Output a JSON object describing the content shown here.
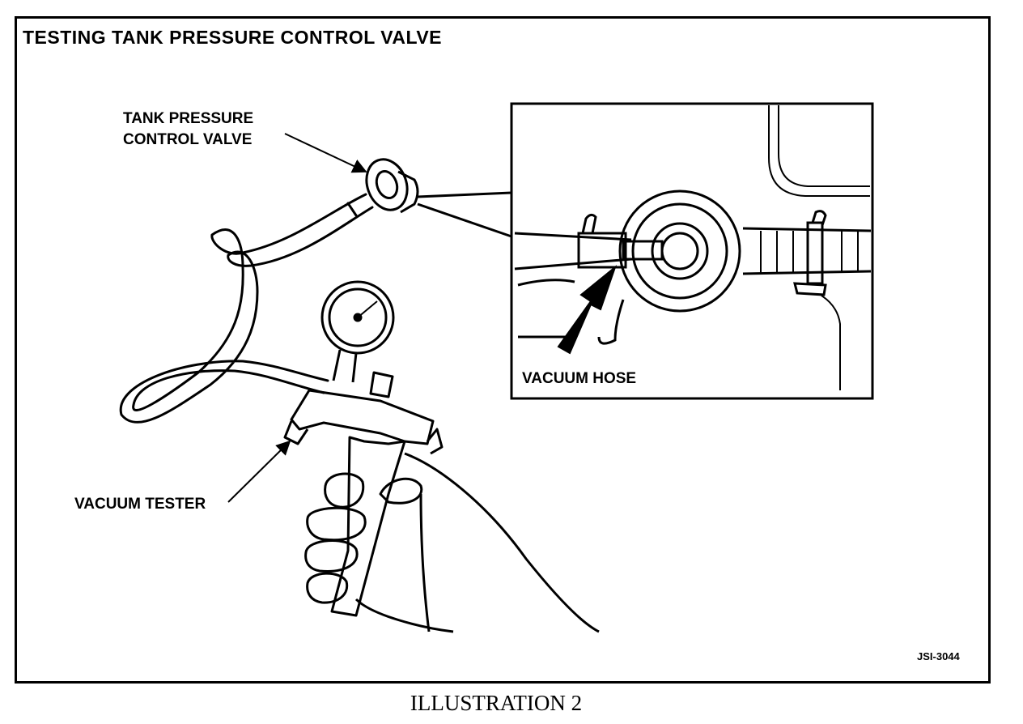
{
  "figure": {
    "title": "TESTING  TANK PRESSURE CONTROL VALVE",
    "labels": {
      "valve_line1": "TANK PRESSURE",
      "valve_line2": "CONTROL VALVE",
      "vacuum_tester": "VACUUM TESTER",
      "vacuum_hose": "VACUUM HOSE"
    },
    "figure_id": "JSI-3044"
  },
  "caption": "ILLUSTRATION 2"
}
